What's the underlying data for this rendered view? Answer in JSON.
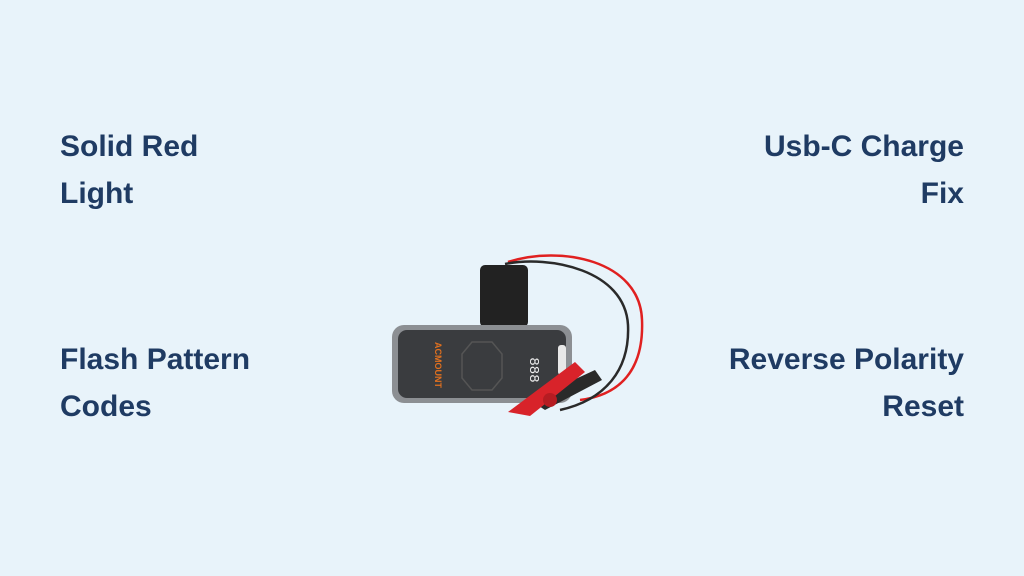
{
  "labels": {
    "top_left": [
      "Solid Red",
      "Light"
    ],
    "top_right": [
      "Usb-C Charge",
      "Fix"
    ],
    "bottom_left": [
      "Flash Pattern",
      "Codes"
    ],
    "bottom_right": [
      "Reverse Polarity",
      "Reset"
    ]
  },
  "product": {
    "brand": "ACMOUNT",
    "display": "888"
  },
  "colors": {
    "background": "#e8f3fa",
    "text": "#1f3b63",
    "clamp_red": "#d8232a",
    "cable_red": "#e02020",
    "brand_orange": "#e0701f"
  }
}
